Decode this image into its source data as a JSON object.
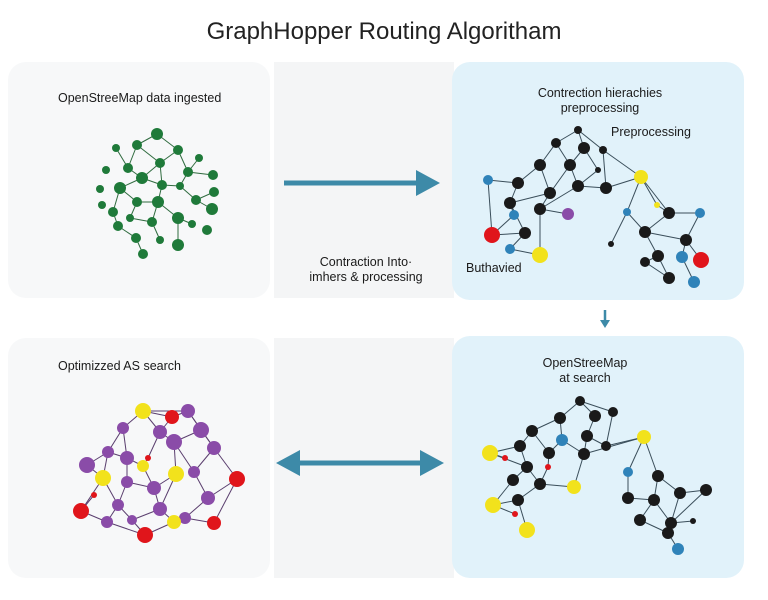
{
  "title": "GraphHopper Routing Algoritham",
  "panels": {
    "top_left": {
      "label": "OpenStreeMap data ingested"
    },
    "top_right": {
      "label_line1": "Contrection hierachies",
      "label_line2": "preprocessing",
      "side_label": "Preprocessing",
      "corner_label": "Buthavied"
    },
    "middle": {
      "label_line1": "Contraction Into·",
      "label_line2": "imhers & processing"
    },
    "bottom_left": {
      "label": "Optimizzed AS search"
    },
    "bottom_right": {
      "label_line1": "OpenStreeMap",
      "label_line2": "at search"
    }
  },
  "colors": {
    "arrow": "#3d8aa8",
    "green_node": "#1f7a3a",
    "black_node": "#1a1a1a",
    "blue_node": "#2f83b9",
    "red_node": "#e0151b",
    "yellow_node": "#f2e21c",
    "purple_node": "#8a4ca8",
    "blue_panel": "#e1f2fa"
  }
}
